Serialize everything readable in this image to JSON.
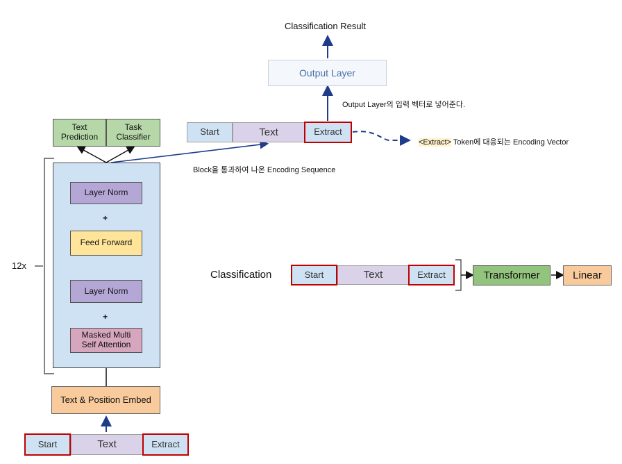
{
  "top": {
    "result_label": "Classification Result",
    "output_layer": "Output Layer",
    "output_note": "Output Layer의 입력 벡터로 넣어준다.",
    "seq": {
      "start": "Start",
      "text": "Text",
      "extract": "Extract"
    },
    "extract_note_token": "<Extract>",
    "extract_note_rest": " Token에 대응되는 Encoding Vector",
    "block_note": "Block을 통과하여 나온 Encoding Sequence"
  },
  "stack": {
    "heads": {
      "text_prediction": "Text\nPrediction",
      "task_classifier": "Task\nClassifier"
    },
    "repeat": "12x",
    "layer_norm_top": "Layer Norm",
    "feed_forward": "Feed Forward",
    "layer_norm_bottom": "Layer Norm",
    "masked_attention": "Masked Multi\nSelf Attention",
    "plus": "+",
    "embed": "Text & Position Embed",
    "input": {
      "start": "Start",
      "text": "Text",
      "extract": "Extract"
    }
  },
  "classification": {
    "label": "Classification",
    "seq": {
      "start": "Start",
      "text": "Text",
      "extract": "Extract"
    },
    "transformer": "Transformer",
    "linear": "Linear"
  },
  "colors": {
    "arrow": "#1f3c88",
    "red": "#c00000",
    "block_bg": "#cfe2f3"
  }
}
